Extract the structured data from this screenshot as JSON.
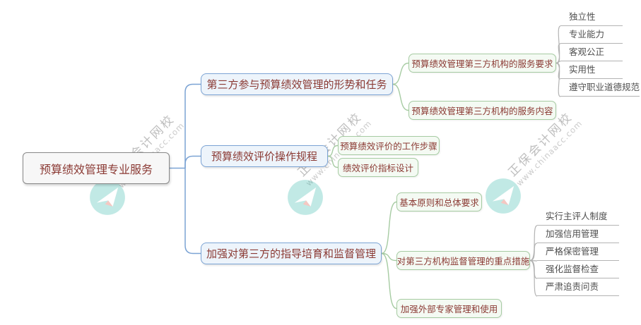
{
  "mindmap": {
    "root": "预算绩效管理专业服务",
    "branches": [
      {
        "label": "第三方参与预算绩效管理的形势和任务",
        "children": [
          {
            "label": "预算绩效管理第三方机构的服务要求",
            "children": [
              "独立性",
              "专业能力",
              "客观公正",
              "实用性",
              "遵守职业道德规范"
            ]
          },
          {
            "label": "预算绩效管理第三方机构的服务内容",
            "children": []
          }
        ]
      },
      {
        "label": "预算绩效评价操作规程",
        "children": [
          {
            "label": "预算绩效评价的工作步骤",
            "children": []
          },
          {
            "label": "绩效评价指标设计",
            "children": []
          }
        ]
      },
      {
        "label": "加强对第三方的指导培育和监督管理",
        "children": [
          {
            "label": "基本原则和总体要求",
            "children": []
          },
          {
            "label": "对第三方机构监督管理的重点措施",
            "children": [
              "实行主评人制度",
              "加强信用管理",
              "严格保密管理",
              "强化监督检查",
              "严肃追责问责"
            ]
          },
          {
            "label": "加强外部专家管理和使用",
            "children": []
          }
        ]
      }
    ]
  },
  "watermark": {
    "brand": "正保会计网校",
    "url": "www.chinaacc.com"
  },
  "colors": {
    "branch_blue": "#7ba3d4",
    "branch_green": "#a6cba2",
    "leaf_line": "#b3b3b3",
    "node_text": "#8b3a34",
    "watermark_teal": "#35b8ab"
  }
}
